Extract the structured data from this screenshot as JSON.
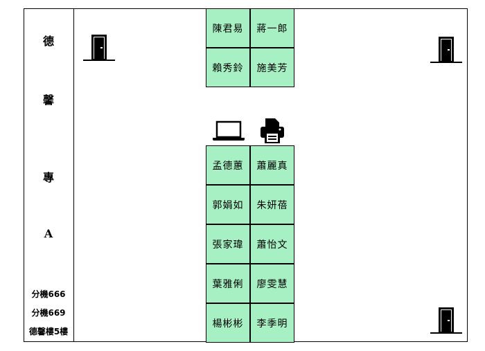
{
  "left_panel": {
    "chars": [
      "德",
      "馨",
      "專",
      "A"
    ],
    "ext1": "分機666",
    "ext2": "分機669",
    "location": "德馨樓5樓"
  },
  "desks_top": [
    [
      "陳君易",
      "蔣一郎"
    ],
    [
      "賴秀鈴",
      "施美芳"
    ]
  ],
  "desks_bottom": [
    [
      "孟德蕙",
      "蕭麗真"
    ],
    [
      "郭娟如",
      "朱妍蓓"
    ],
    [
      "張家瑋",
      "蕭怡文"
    ],
    [
      "葉雅俐",
      "廖雯慧"
    ],
    [
      "楊彬彬",
      "李季明"
    ]
  ],
  "icons": [
    "door-icon",
    "laptop-icon",
    "printer-icon"
  ]
}
